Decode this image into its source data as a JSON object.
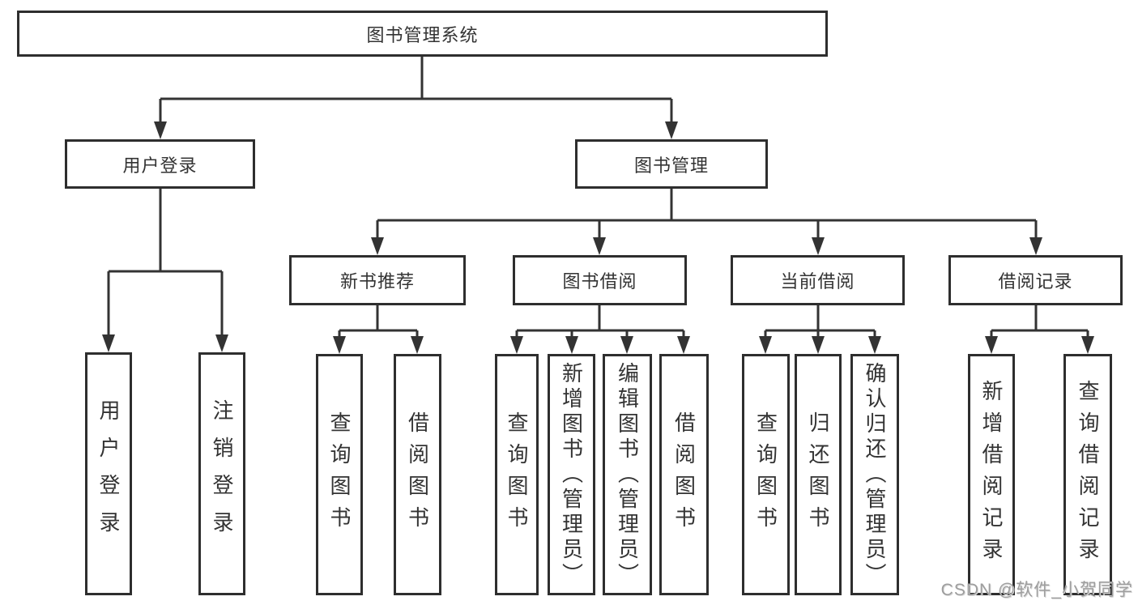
{
  "tree": {
    "label": "图书管理系统",
    "children": [
      {
        "label": "用户登录",
        "children": [
          {
            "label": "用户登录"
          },
          {
            "label": "注销登录"
          }
        ]
      },
      {
        "label": "图书管理",
        "children": [
          {
            "label": "新书推荐",
            "children": [
              {
                "label": "查询图书"
              },
              {
                "label": "借阅图书"
              }
            ]
          },
          {
            "label": "图书借阅",
            "children": [
              {
                "label": "查询图书"
              },
              {
                "label": "新增图书（管理员）"
              },
              {
                "label": "编辑图书（管理员）"
              },
              {
                "label": "借阅图书"
              }
            ]
          },
          {
            "label": "当前借阅",
            "children": [
              {
                "label": "查询图书"
              },
              {
                "label": "归还图书"
              },
              {
                "label": "确认归还（管理员）"
              }
            ]
          },
          {
            "label": "借阅记录",
            "children": [
              {
                "label": "新增借阅记录"
              },
              {
                "label": "查询借阅记录"
              }
            ]
          }
        ]
      }
    ]
  },
  "watermark": {
    "text": "CSDN @软件_小贺同学"
  },
  "colors": {
    "line": "#333333",
    "border": "#2e2e2e",
    "text": "#333333",
    "background": "#ffffff",
    "watermark": "#9e9e9e"
  }
}
